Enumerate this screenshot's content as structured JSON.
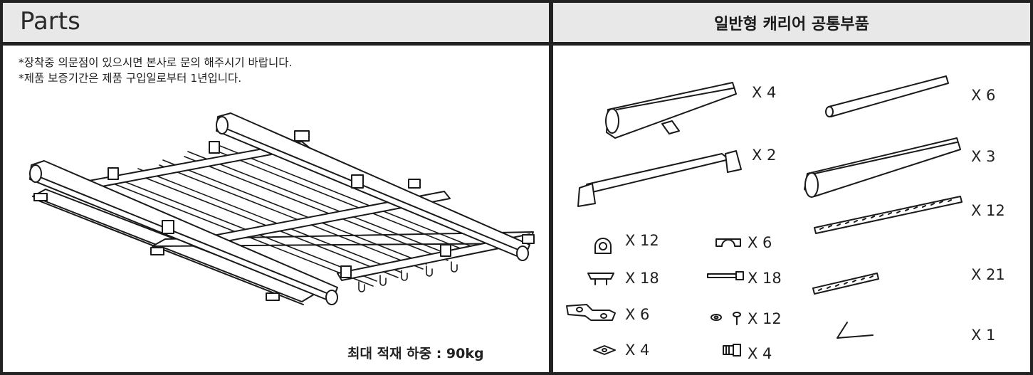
{
  "left_panel": {
    "title": "Parts",
    "notes": [
      "*장착중 의문점이 있으시면 본사로 문의 해주시기 바랍니다.",
      "*제품 보증기간은 제품 구입일로부터 1년입니다."
    ],
    "max_load_label": "최대 적재 하중 : 90kg"
  },
  "right_panel": {
    "title": "일반형 캐리어 공통부품",
    "parts": [
      {
        "icon": "side-rail-with-foot",
        "qty": "X 4"
      },
      {
        "icon": "round-tube",
        "qty": "X 6"
      },
      {
        "icon": "cross-bar-with-feet",
        "qty": "X 2"
      },
      {
        "icon": "side-rail-profile",
        "qty": "X 3"
      },
      {
        "icon": "serrated-strip-long",
        "qty": "X 12"
      },
      {
        "icon": "round-clamp-cap",
        "qty": "X 12"
      },
      {
        "icon": "saddle-clamp",
        "qty": "X 6"
      },
      {
        "icon": "bracket-clip",
        "qty": "X 18"
      },
      {
        "icon": "long-bolt",
        "qty": "X 18"
      },
      {
        "icon": "serrated-strip-short",
        "qty": "X 21"
      },
      {
        "icon": "mounting-plate",
        "qty": "X 6"
      },
      {
        "icon": "washer-and-screw",
        "qty": "X 12"
      },
      {
        "icon": "hex-key",
        "qty": "X 1"
      },
      {
        "icon": "square-nut",
        "qty": "X 4"
      },
      {
        "icon": "knurled-nut",
        "qty": "X 4"
      }
    ]
  }
}
